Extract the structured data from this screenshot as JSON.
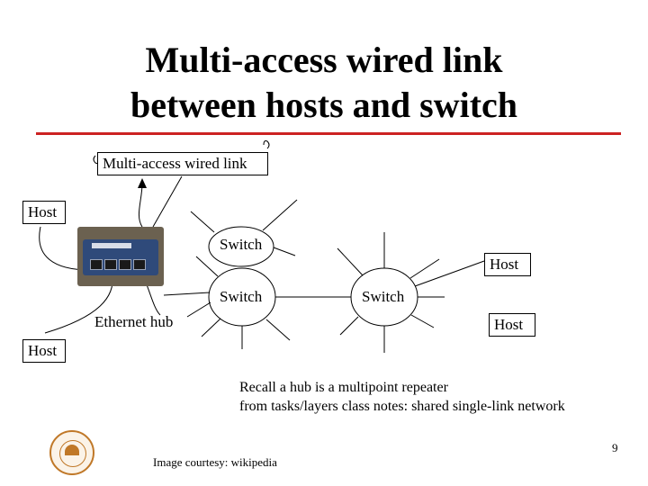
{
  "slide": {
    "title_line1": "Multi-access wired link",
    "title_line2": "between hosts and switch",
    "accent_color": "#cc2222",
    "page_number": "9",
    "courtesy": "Image courtesy: wikipedia"
  },
  "diagram": {
    "callout_label": "Multi-access wired link",
    "hub_label": "Ethernet hub",
    "hub_image_icon": "ethernet-hub-photo",
    "seal_icon": "university-seal-logo",
    "hosts": [
      "Host",
      "Host",
      "Host",
      "Host"
    ],
    "switches": [
      "Switch",
      "Switch",
      "Switch"
    ]
  },
  "note": {
    "line1": "Recall a hub is a multipoint repeater",
    "line2": "from tasks/layers class notes: shared single-link network"
  }
}
